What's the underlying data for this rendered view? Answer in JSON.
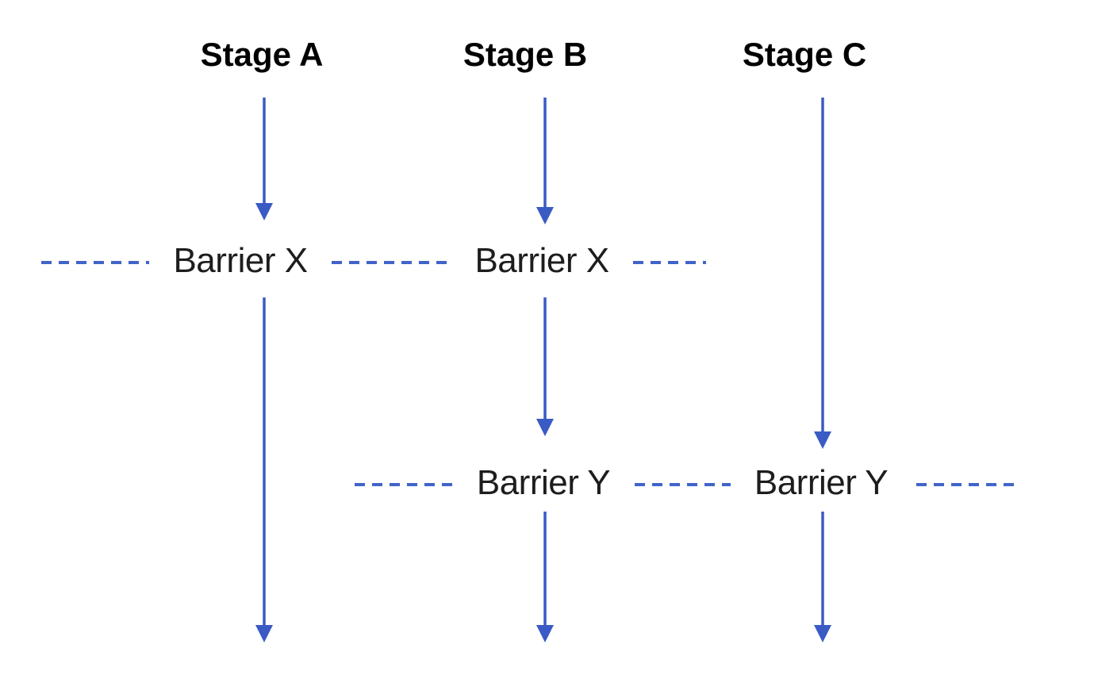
{
  "diagram": {
    "stage_labels": [
      "Stage A",
      "Stage B",
      "Stage C"
    ],
    "barrier_x_labels": [
      "Barrier X",
      "Barrier X"
    ],
    "barrier_y_labels": [
      "Barrier Y",
      "Barrier Y"
    ],
    "structure": {
      "stages": [
        {
          "label": "Stage A",
          "crosses": [
            "Barrier X"
          ]
        },
        {
          "label": "Stage B",
          "crosses": [
            "Barrier X",
            "Barrier Y"
          ]
        },
        {
          "label": "Stage C",
          "crosses": [
            "Barrier Y"
          ]
        }
      ]
    },
    "colors": {
      "arrow_blue": "#3a5bc4",
      "dash_blue": "#4164c9",
      "barrier_text": "#1d1d1d",
      "stage_text": "#000000",
      "background": "#ffffff"
    }
  }
}
